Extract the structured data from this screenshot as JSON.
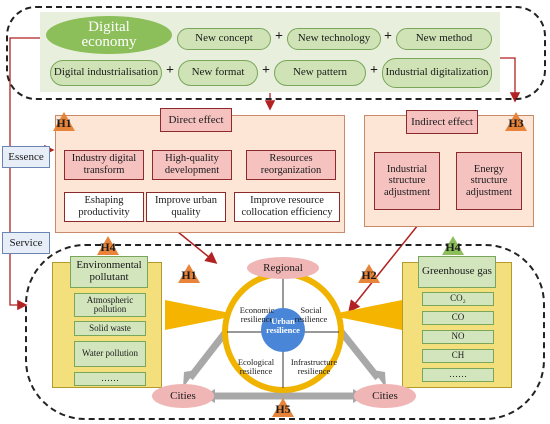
{
  "top": {
    "title_line1": "Digital",
    "title_line2": "economy",
    "row1": [
      "New concept",
      "New technology",
      "New method"
    ],
    "row2": [
      "Digital industrialisation",
      "New format",
      "New pattern",
      "Industrial digitalization"
    ],
    "plus": "+"
  },
  "side": {
    "essence": "Essence",
    "service": "Service"
  },
  "hypotheses": {
    "h1": "H1",
    "h2": "H2",
    "h3": "H3",
    "h4": "H4",
    "h5": "H5"
  },
  "direct": {
    "title": "Direct effect",
    "upper": [
      "Industry digital transform",
      "High-quality development",
      "Resources reorganization"
    ],
    "lower": [
      "Eshaping productivity",
      "Improve urban quality",
      "Improve resource collocation efficiency"
    ]
  },
  "indirect": {
    "title": "Indirect effect",
    "items": [
      "Industrial structure adjustment",
      "Energy structure adjustment"
    ]
  },
  "environment": {
    "title": "Environmental pollutant",
    "items": [
      "Atmospheric pollution",
      "Solid waste",
      "Water pollution",
      "……"
    ]
  },
  "greenhouse": {
    "title": "Greenhouse gas",
    "items": [
      "CO₂",
      "CO",
      "NO",
      "CH",
      "……"
    ]
  },
  "center": {
    "regional": "Regional",
    "cities_left": "Cities",
    "cities_right": "Cities",
    "core": "Urban resilience",
    "economic": "Economic resilience",
    "social": "Social resilience",
    "ecological": "Ecological resilience",
    "infrastructure": "Infrastructure resilience"
  },
  "colors": {
    "green_fill": "#cfe3b6",
    "pink_fill": "#f5c2c0",
    "peach_panel": "#fde6d6",
    "yellow_panel": "#f3e07d",
    "hypothesis_orange": "#e8843a",
    "arrow_red": "#b22222",
    "ring_yellow": "#f0b400"
  }
}
